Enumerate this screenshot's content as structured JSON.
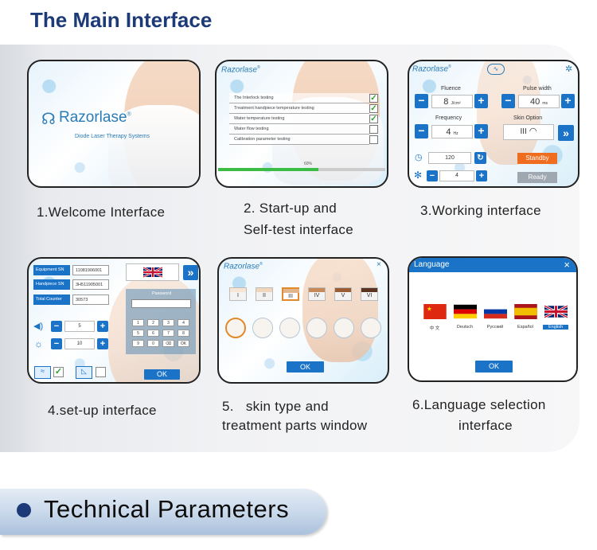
{
  "page": {
    "title": "The Main Interface",
    "section_title": "Technical Parameters"
  },
  "captions": {
    "c1": "1.Welcome Interface",
    "c2a": "2. Start-up and",
    "c2b": "Self-test interface",
    "c3": "3.Working interface",
    "c4": "4.set-up interface",
    "c5a": "5.   skin type and",
    "c5b": "treatment parts window",
    "c6a": "6.Language selection",
    "c6b": "interface"
  },
  "welcome": {
    "brand": "Razorlase",
    "trademark": "®",
    "subtitle": "Diode Laser Therapy Systems"
  },
  "selftest": {
    "brand": "Razorlase",
    "tests": [
      {
        "label": "The Interlock testing",
        "passed": true
      },
      {
        "label": "Treatment handpiece temperature testing",
        "passed": true
      },
      {
        "label": "Water temperature testing",
        "passed": true
      },
      {
        "label": "Water flow testing",
        "passed": false
      },
      {
        "label": "Calibration parameter testing",
        "passed": false
      }
    ],
    "progress_label": "60%",
    "progress": 0.6
  },
  "working": {
    "brand": "Razorlase",
    "fluence_label": "Fluence",
    "fluence_value": "8",
    "fluence_unit": "J/cm²",
    "pulse_width_label": "Pulse width",
    "pulse_width_value": "40",
    "pulse_width_unit": "ms",
    "frequency_label": "Frequency",
    "frequency_value": "4",
    "frequency_unit": "Hz",
    "skin_option_label": "Skin Option",
    "skin_option_value": "III",
    "timer_value": "120",
    "cooling_value": "4",
    "standby_label": "Standby",
    "ready_label": "Ready",
    "minus": "−",
    "plus": "+",
    "next": "»"
  },
  "setup": {
    "equipment_sn_label": "Equipment SN",
    "equipment_sn_value": "11081906001",
    "handpiece_sn_label": "Handpiece SN",
    "handpiece_sn_value": "3H511905001",
    "total_counter_label": "Total Counter",
    "total_counter_value": "30573",
    "volume_value": "5",
    "brightness_value": "10",
    "password_label": "Password",
    "keys": [
      "1",
      "2",
      "3",
      "4",
      "5",
      "6",
      "7",
      "8",
      "9",
      "0",
      "⌫",
      "OK"
    ],
    "ok_label": "OK",
    "next": "»"
  },
  "skin": {
    "brand": "Razorlase",
    "types": [
      "I",
      "II",
      "III",
      "IV",
      "V",
      "VI"
    ],
    "selected_type": "III",
    "type_colors": [
      "#f7e6d5",
      "#f1d6bc",
      "#e3b58c",
      "#c88a58",
      "#9b5d33",
      "#5b3420"
    ],
    "ok_label": "OK"
  },
  "language": {
    "title": "Language",
    "close": "×",
    "options": [
      {
        "label": "中 文",
        "flag": "cn"
      },
      {
        "label": "Deutsch",
        "flag": "de"
      },
      {
        "label": "Русский",
        "flag": "ru"
      },
      {
        "label": "Español",
        "flag": "es"
      },
      {
        "label": "English",
        "flag": "uk",
        "selected": true
      }
    ],
    "ok_label": "OK"
  }
}
